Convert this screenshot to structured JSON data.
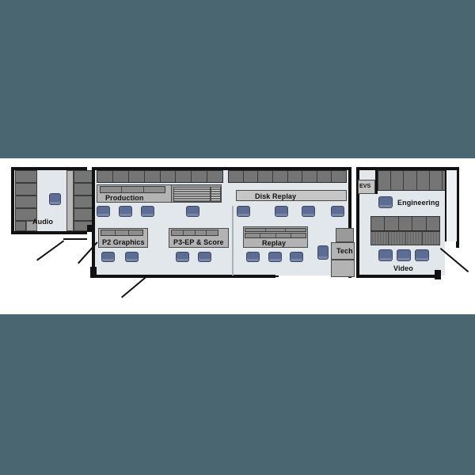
{
  "diagram": {
    "title": "Broadcast Control Room Floor Plan",
    "type": "architectural-floor-plan",
    "background_color": "#4a6670",
    "paper_color": "#ffffff",
    "room_fill": "#e2e7ec",
    "wall_color": "#111111",
    "chair_color": "#5d6c93",
    "desk_color": "#b3b3b3",
    "cabinet_color": "#757575"
  },
  "rooms": [
    {
      "id": "audio",
      "label": "Audio",
      "chairs": 1
    },
    {
      "id": "production",
      "label": "Production",
      "chairs": 4
    },
    {
      "id": "p2graphics",
      "label": "P2 Graphics",
      "chairs": 2
    },
    {
      "id": "p3ep",
      "label": "P3-EP & Score",
      "chairs": 2
    },
    {
      "id": "diskreplay",
      "label": "Disk Replay",
      "chairs": 4
    },
    {
      "id": "replay",
      "label": "Replay",
      "chairs": 3
    },
    {
      "id": "tech",
      "label": "Tech",
      "chairs": 1
    },
    {
      "id": "evs",
      "label": "EVS",
      "chairs": 0
    },
    {
      "id": "engineering",
      "label": "Engineering",
      "chairs": 1
    },
    {
      "id": "video",
      "label": "Video",
      "chairs": 3
    }
  ],
  "labels": {
    "audio": "Audio",
    "production": "Production",
    "p2_graphics": "P2 Graphics",
    "p3_ep_score": "P3-EP & Score",
    "disk_replay": "Disk Replay",
    "replay": "Replay",
    "tech": "Tech",
    "evs": "EVS",
    "engineering": "Engineering",
    "video": "Video"
  }
}
